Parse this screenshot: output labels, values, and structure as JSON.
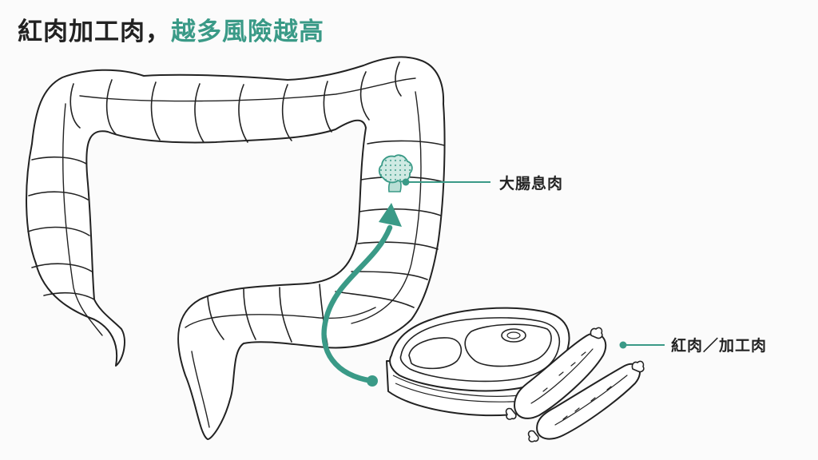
{
  "title": {
    "part1": "紅肉加工肉，",
    "part2": "越多風險越高"
  },
  "labels": {
    "polyp": "大腸息肉",
    "meat": "紅肉／加工肉"
  },
  "colors": {
    "accent": "#3a9a87",
    "ink": "#222222",
    "background": "#fbfbfb"
  }
}
